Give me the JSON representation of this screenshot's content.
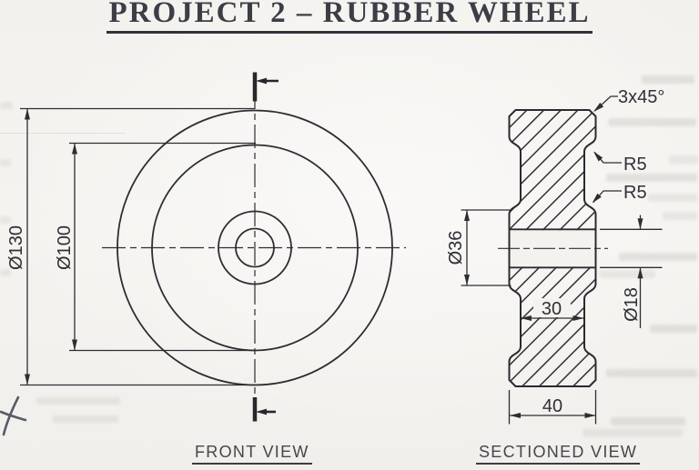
{
  "title": "PROJECT 2 – RUBBER WHEEL",
  "front_view": {
    "label": "FRONT VIEW",
    "dim_outer_diameter": "Ø130",
    "dim_shoulder_diameter": "Ø100"
  },
  "sectioned_view": {
    "label": "SECTIONED VIEW",
    "dim_hub_diameter": "Ø36",
    "dim_bore_diameter": "Ø18",
    "dim_web_width": "30",
    "dim_overall_width": "40",
    "callout_chamfer": "3x45°",
    "callout_fillet_upper": "R5",
    "callout_fillet_lower": "R5"
  },
  "part_dimensions_mm": {
    "outer_diameter": 130,
    "shoulder_diameter": 100,
    "hub_diameter": 36,
    "bore_diameter": 18,
    "web_width": 30,
    "overall_width": 40,
    "fillet_radius": 5,
    "chamfer": "3x45°"
  },
  "colors": {
    "paper": "#f4f2ee",
    "ink": "#2d2d33",
    "title_ink": "#3d3d47",
    "pen_mark": "#474c58"
  },
  "artifacts": {
    "handwritten_pen_mark": true,
    "ink_bleedthrough_visible": true
  }
}
